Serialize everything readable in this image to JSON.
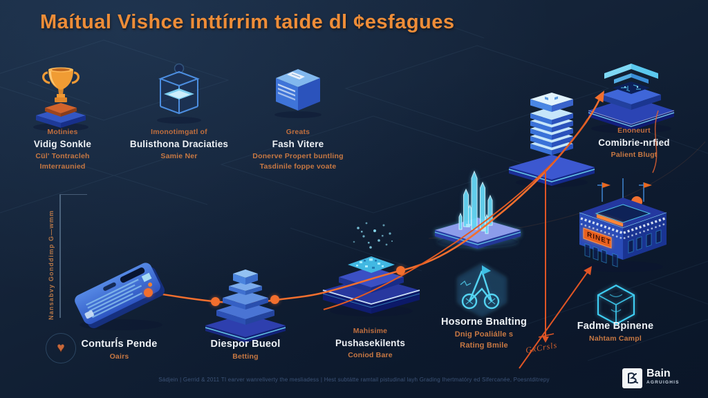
{
  "title": "Maítual Vishce inttírrim taide dl ¢esfagues",
  "stages_top": [
    {
      "pre": "Motinies",
      "title": "Vidig Sonkle",
      "sub1": "Cül' Tontracleh",
      "sub2": "Imterraunied"
    },
    {
      "pre": "Imonotimgatl of",
      "title": "Bulisthona Draciaties",
      "sub1": "Samie Ner",
      "sub2": ""
    },
    {
      "pre": "Greats",
      "title": "Fash Vitere",
      "sub1": "Donerve Propert buntling",
      "sub2": "Tasdinile foppe voate"
    },
    {
      "pre": "Enoneurt",
      "title": "Comibrie-nrfied",
      "sub1": "Palient Blugt",
      "sub2": ""
    }
  ],
  "stages_bottom": [
    {
      "pre": "",
      "title": "Conturĺs Pende",
      "sub1": "Oairs",
      "sub2": ""
    },
    {
      "pre": "",
      "title": "Diespor Bueol",
      "sub1": "Betting",
      "sub2": ""
    },
    {
      "pre": "Mahisime",
      "title": "Pushasekilents",
      "sub1": "Coniod Bare",
      "sub2": ""
    },
    {
      "pre": "",
      "title": "Hosorne Bnalting",
      "sub1": "Dnig Poaliálle s",
      "sub2": "Rating Bmile"
    },
    {
      "pre": "",
      "title": "Fadme Bpinene",
      "sub1": "Nahtam Campl",
      "sub2": ""
    }
  ],
  "axis_label": "Nansabvy Gonddimp G—wmm",
  "building_sign": "RINET",
  "scribble": "GxCrsls",
  "heart_glyph": "♥",
  "footer": "Sádjein | Gerrid & 2011 TI earver wanreliverty the mesliadess | Hest subtátte ramtail pistudinal layh Grading Ihertmatóry ed Sifercanée, Poesntditrepy",
  "logo": {
    "name": "Bain",
    "subtitle": "AGRUIGHIS"
  },
  "colors": {
    "accent": "#f26f2e",
    "title": "#ee8d38",
    "label_orange": "#bf6e3e",
    "text": "#eef2f6",
    "bg": "#13233a"
  }
}
